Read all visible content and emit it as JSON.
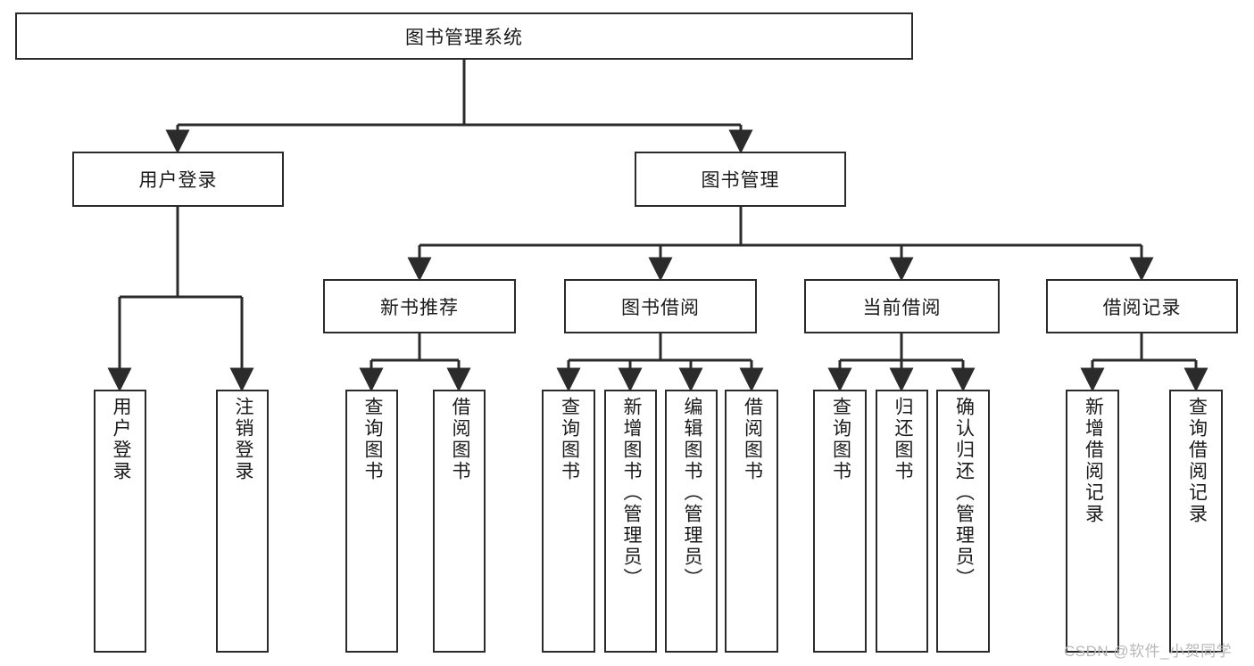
{
  "diagram": {
    "type": "tree",
    "title": "图书管理系统",
    "orientation": "top-down",
    "colors": {
      "box_border": "#2b2b2b",
      "box_fill": "#ffffff",
      "edge": "#2b2b2b",
      "text": "#1a1a1a",
      "watermark": "#b9b9b9",
      "background": "#ffffff"
    },
    "root": {
      "label": "图书管理系统"
    },
    "level2": [
      {
        "label": "用户登录"
      },
      {
        "label": "图书管理"
      }
    ],
    "level3": [
      {
        "label": "新书推荐"
      },
      {
        "label": "图书借阅"
      },
      {
        "label": "当前借阅"
      },
      {
        "label": "借阅记录"
      }
    ],
    "leaves": {
      "user_login": [
        {
          "label": "用户登录"
        },
        {
          "label": "注销登录"
        }
      ],
      "new_book_recommend": [
        {
          "label": "查询图书"
        },
        {
          "label": "借阅图书"
        }
      ],
      "book_borrow": [
        {
          "label": "查询图书"
        },
        {
          "label": "新增图书（管理员）"
        },
        {
          "label": "编辑图书（管理员）"
        },
        {
          "label": "借阅图书"
        }
      ],
      "current_borrow": [
        {
          "label": "查询图书"
        },
        {
          "label": "归还图书"
        },
        {
          "label": "确认归还（管理员）"
        }
      ],
      "borrow_record": [
        {
          "label": "新增借阅记录"
        },
        {
          "label": "查询借阅记录"
        }
      ]
    }
  },
  "watermark": {
    "text": "CSDN @软件_小贺同学"
  }
}
